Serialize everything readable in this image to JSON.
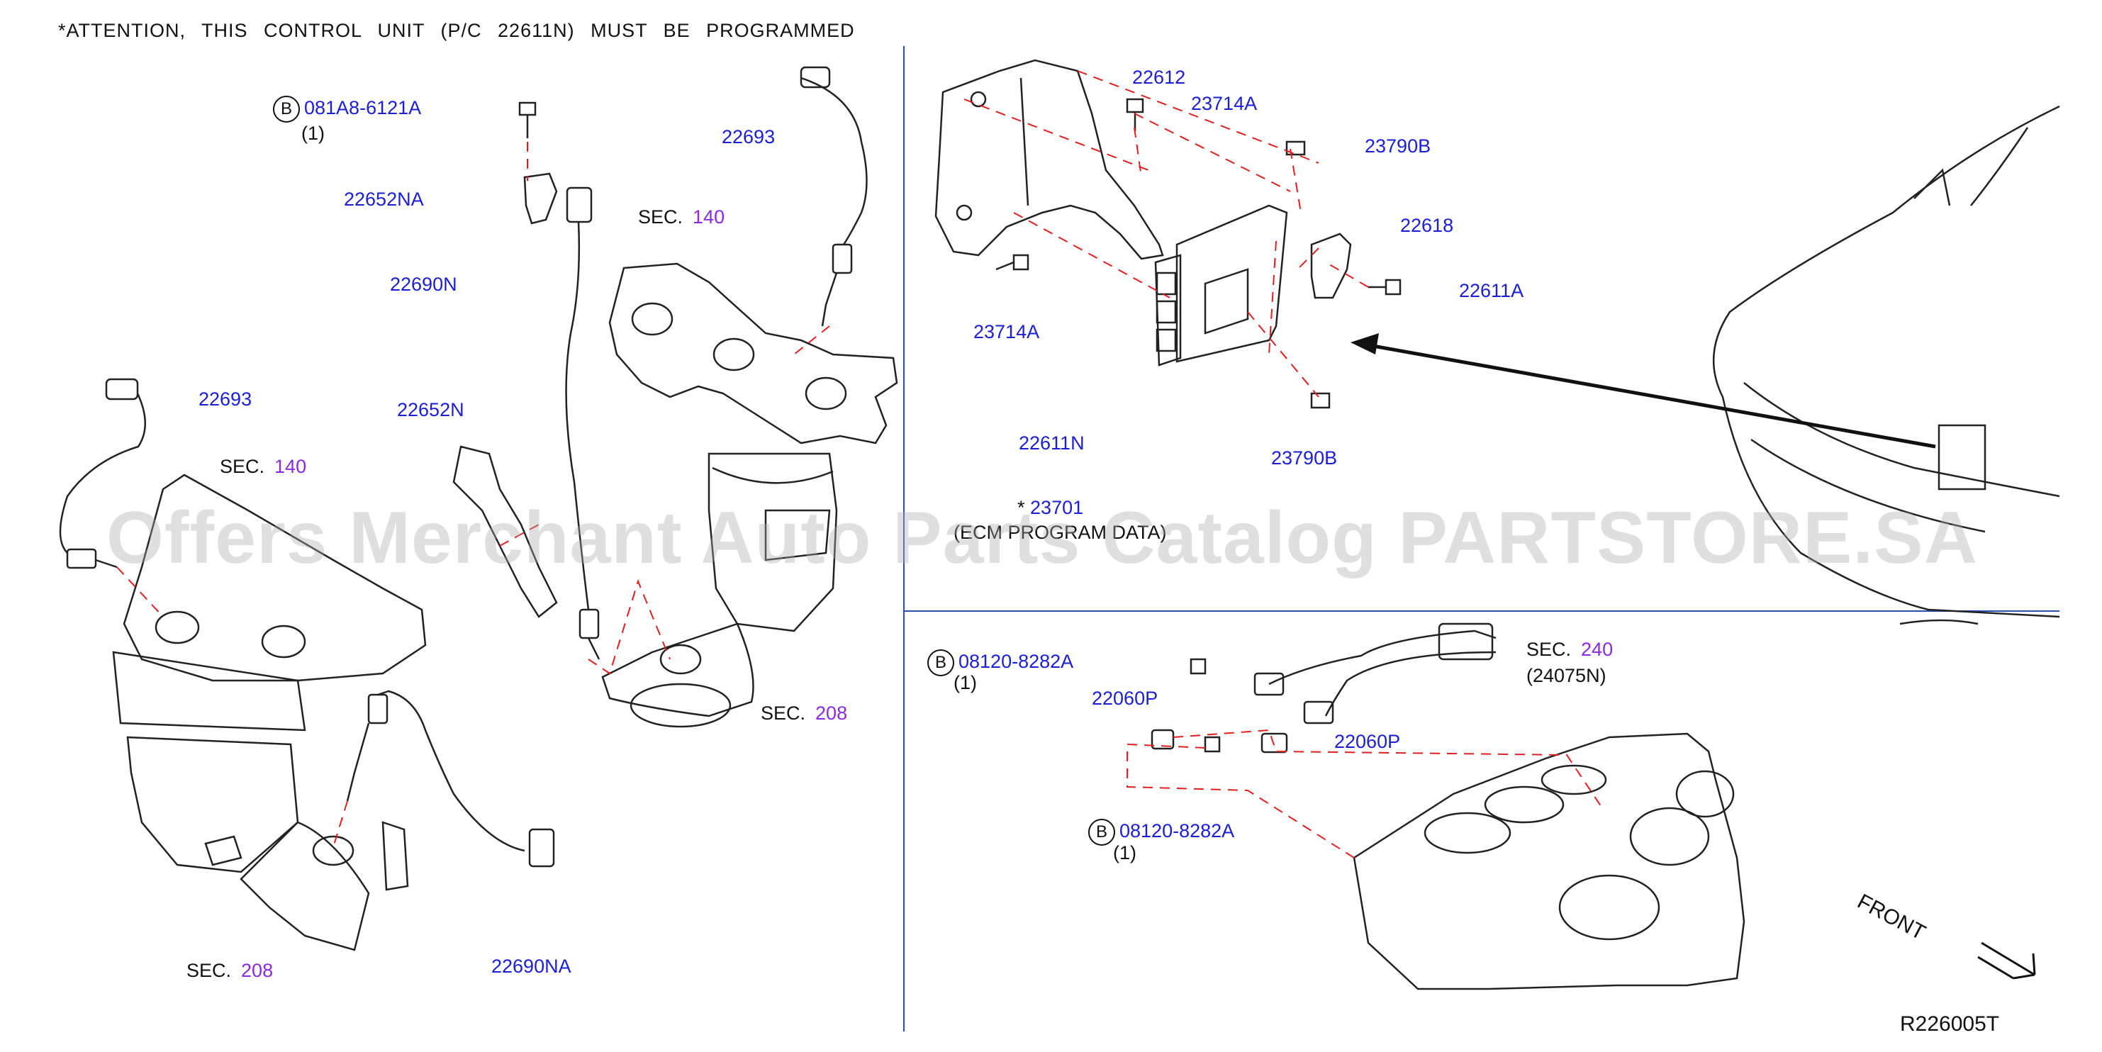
{
  "notice": "*ATTENTION, THIS CONTROL UNIT (P/C 22611N) MUST BE PROGRAMMED",
  "diagram_code": "R226005T",
  "watermark": "Offers Merchant Auto Parts Catalog PARTSTORE.SA",
  "front": "FRONT",
  "colors": {
    "part_number": "#1a1fd6",
    "section_number": "#8a2be2",
    "leader_dash": "#e02020",
    "line_art": "#222222",
    "divider": "#2a4fb0"
  },
  "sec_word": "SEC.",
  "parts": {
    "p081A8": {
      "code": "081A8-6121A",
      "marker": "B",
      "qty": "(1)"
    },
    "p22652NA": "22652NA",
    "p22690N": "22690N",
    "p22693_upper": "22693",
    "p22693_lower": "22693",
    "p22652N": "22652N",
    "p22690NA": "22690NA",
    "p22612": "22612",
    "p23714A_top": "23714A",
    "p23790B_top": "23790B",
    "p22618": "22618",
    "p22611A": "22611A",
    "p23714A_left": "23714A",
    "p22611N": "22611N",
    "p23701": {
      "star": "*",
      "code": "23701",
      "note": "(ECM PROGRAM DATA)"
    },
    "p23790B_bottom": "23790B",
    "p08120_top": {
      "code": "08120-8282A",
      "marker": "B",
      "qty": "(1)"
    },
    "p22060P_left": "22060P",
    "p22060P_right": "22060P",
    "p08120_bottom": {
      "code": "08120-8282A",
      "marker": "B",
      "qty": "(1)"
    },
    "sec240_ref": "(24075N)"
  },
  "sections": {
    "sec140_upper": "140",
    "sec140_lower": "140",
    "sec208_right": "208",
    "sec208_left": "208",
    "sec240": "240"
  }
}
